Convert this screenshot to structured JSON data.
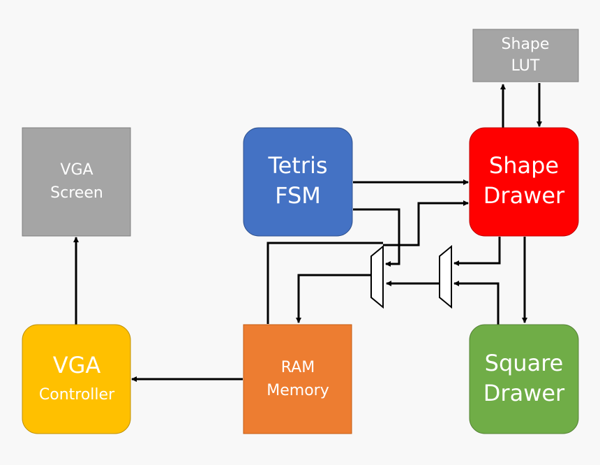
{
  "colors": {
    "background": "#f8f8f8",
    "gray_block": "#a5a5a5",
    "gray_border": "#7f7f7f",
    "tetris_fsm": "#4472c4",
    "shape_drawer": "#ff0000",
    "ram_memory": "#ed7d31",
    "vga_controller": "#ffc000",
    "square_drawer": "#70ad47",
    "wire": "#000000",
    "mux": "#ffffff"
  },
  "blocks": {
    "shape_lut": {
      "line1": "Shape",
      "line2": "LUT"
    },
    "vga_screen": {
      "line1": "VGA",
      "line2": "Screen"
    },
    "tetris_fsm": {
      "line1": "Tetris",
      "line2": "FSM"
    },
    "shape_drawer": {
      "line1": "Shape",
      "line2": "Drawer"
    },
    "ram_memory": {
      "line1": "RAM",
      "line2": "Memory"
    },
    "vga_controller": {
      "line1": "VGA",
      "line2": "Controller"
    },
    "square_drawer": {
      "line1": "Square",
      "line2": "Drawer"
    }
  }
}
